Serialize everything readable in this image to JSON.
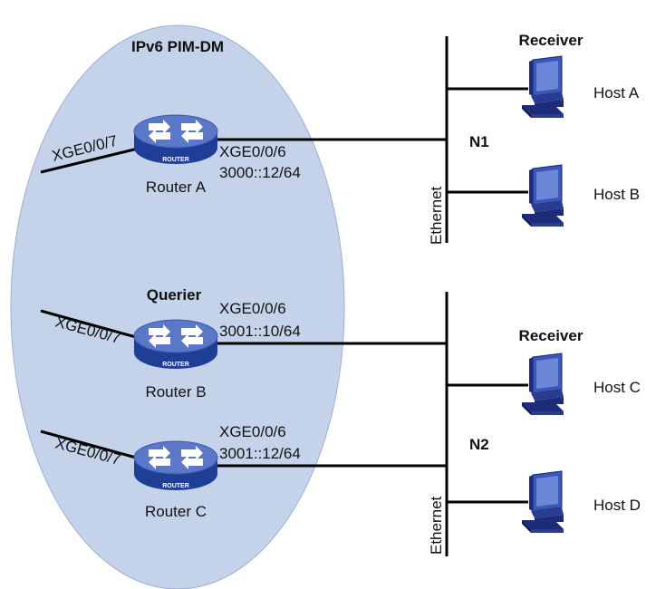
{
  "domain_label": "IPv6 PIM-DM",
  "colors": {
    "domain_fill": "#c5d3ea",
    "domain_stroke": "#9aaed6",
    "router_top": "#5b77c7",
    "router_side": "#1f3f96",
    "line": "#000000"
  },
  "routers": [
    {
      "id": "a",
      "name": "Router A",
      "badge": "ROUTER",
      "role": "",
      "upstream_if": "XGE0/0/7",
      "downstream_if": "XGE0/0/6",
      "ip": "3000::12/64"
    },
    {
      "id": "b",
      "name": "Router B",
      "badge": "ROUTER",
      "role": "Querier",
      "upstream_if": "XGE0/0/7",
      "downstream_if": "XGE0/0/6",
      "ip": "3001::10/64"
    },
    {
      "id": "c",
      "name": "Router C",
      "badge": "ROUTER",
      "role": "",
      "upstream_if": "XGE0/0/7",
      "downstream_if": "XGE0/0/6",
      "ip": "3001::12/64"
    }
  ],
  "networks": [
    {
      "id": "n1",
      "name": "N1",
      "media": "Ethernet",
      "receiver_label": "Receiver"
    },
    {
      "id": "n2",
      "name": "N2",
      "media": "Ethernet",
      "receiver_label": "Receiver"
    }
  ],
  "hosts": [
    {
      "id": "a",
      "name": "Host A",
      "icon": "pc-icon"
    },
    {
      "id": "b",
      "name": "Host B",
      "icon": "pc-icon"
    },
    {
      "id": "c",
      "name": "Host C",
      "icon": "pc-icon"
    },
    {
      "id": "d",
      "name": "Host D",
      "icon": "pc-icon"
    }
  ]
}
